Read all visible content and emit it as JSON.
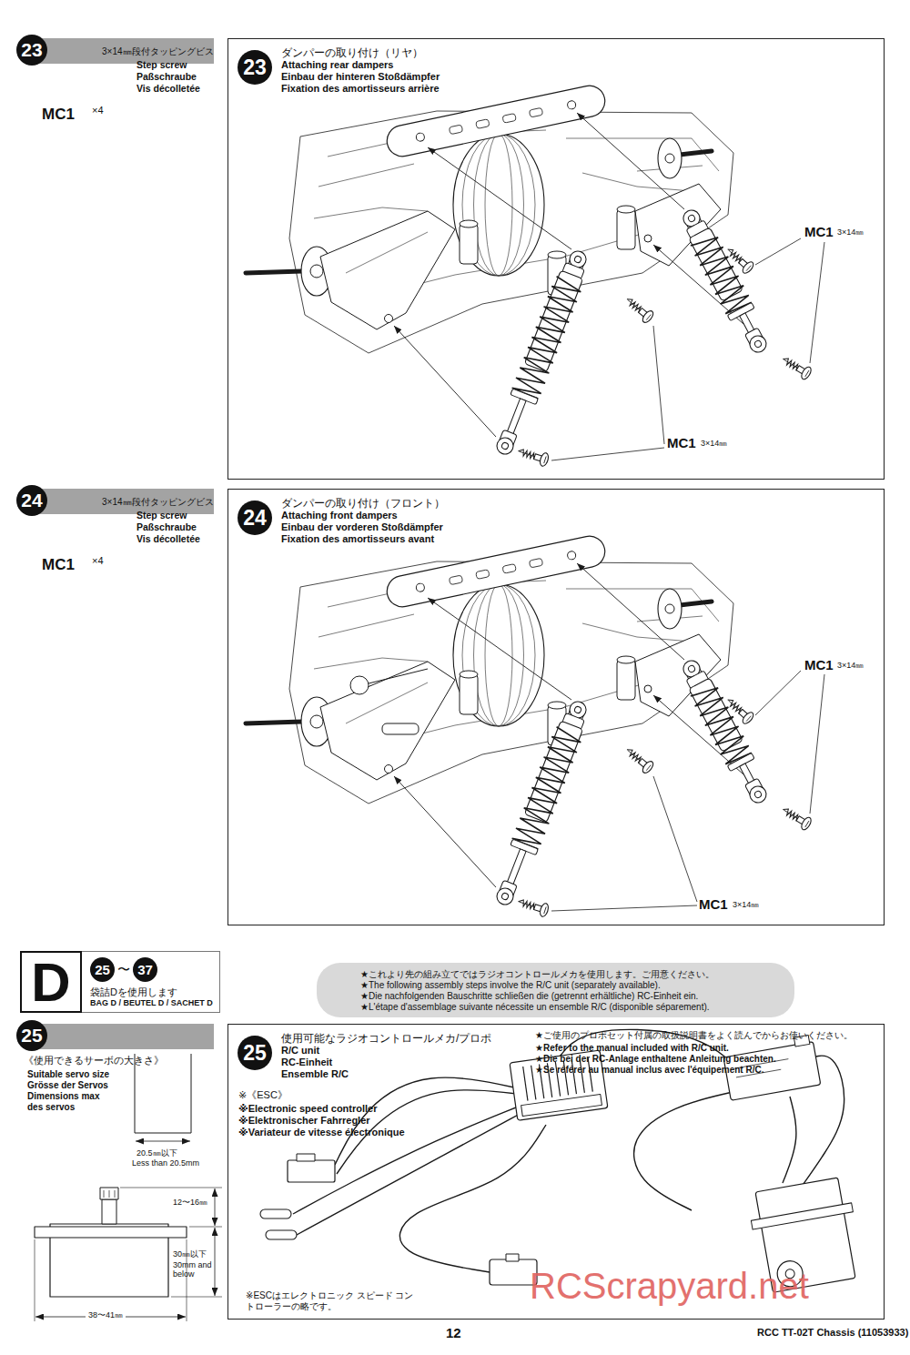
{
  "diagram": {
    "nodes": [
      {
        "text": [
          "23"
        ]
      },
      {
        "text": [
          "23",
          "ダンパーの取り付け（リヤ）",
          "Attaching rear dampers",
          "Einbau der hinteren Stoßdämpfer",
          "Fixation des amortisseurs arrière"
        ]
      },
      {
        "text": [
          "24"
        ]
      },
      {
        "text": [
          "24",
          "ダンパーの取り付け（フロント）",
          "Attaching front dampers",
          "Einbau der vorderen Stoßdämpfer",
          "Fixation des amortisseurs avant"
        ]
      },
      {
        "text": [
          "D",
          "25",
          "〜",
          "37",
          "袋詰Dを使用します",
          "BAG D / BEUTEL D / SACHET D"
        ]
      },
      {
        "text": [
          "★これより先の組み立てではラジオコントロールメカを使用します。ご用意ください。",
          "★The following assembly steps involve the R/C unit (separately available).",
          "★Die nachfolgenden Bauschritte schließen die (getrennt erhältliche) RC-Einheit ein.",
          "★L'étape d'assemblage suivante nécessite un ensemble R/C (disponible séparement)."
        ]
      },
      {
        "text": [
          "25"
        ]
      },
      {
        "text": [
          "25",
          "使用可能なラジオコントロールメカ/プロポ",
          "R/C unit",
          "RC-Einheit",
          "Ensemble R/C"
        ]
      }
    ],
    "labels": [
      "3×14㎜段付タッピングビス",
      "Step screw",
      "Paßschraube",
      "Vis décolletée",
      "MC1",
      "×4",
      "MC1",
      "3×14㎜",
      "MC1",
      "3×14㎜",
      "3×14㎜段付タッピングビス",
      "Step screw",
      "Paßschraube",
      "Vis décolletée",
      "MC1",
      "×4",
      "MC1",
      "3×14㎜",
      "MC1",
      "3×14㎜",
      "《使用できるサーボの大きさ》",
      "Suitable servo size",
      "Grösse der Servos",
      "Dimensions max des servos",
      "20.5㎜以下",
      "Less than 20.5mm",
      "12〜16㎜",
      "30㎜以下",
      "30mm and below",
      "38〜41㎜",
      "★ご使用のプロポセット付属の取扱説明書をよく読んでからお使いください。",
      "★Refer to the manual included with R/C unit.",
      "★Die bei der RC-Anlage enthaltene Anleitung beachten.",
      "★Se référer au manual inclus avec l'équipement R/C.",
      "※《ESC》",
      "※Electronic speed controller",
      "※Elektronischer Fahrregler",
      "※Variateur de vitesse électronique",
      "※ESCはエレクトロニック スピード コントローラーの略です。",
      "12",
      "RCC TT-02T Chassis (11053933)",
      "RCScrapyard.net"
    ]
  }
}
